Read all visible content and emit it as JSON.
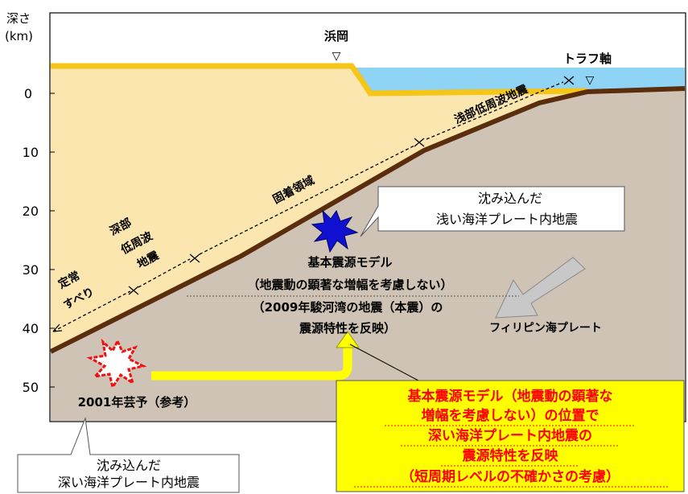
{
  "axis": {
    "title_line1": "深さ",
    "title_line2": "(km)",
    "ticks": [
      "0",
      "10",
      "20",
      "30",
      "40",
      "50"
    ]
  },
  "landmarks": {
    "hamaoka": "浜岡",
    "trough": "トラフ軸",
    "marker_glyph": "▽"
  },
  "zones": {
    "shallow_lf": "浅部低周波地震",
    "locked": "固着領域",
    "deep_lf_1": "深部",
    "deep_lf_2": "低周波",
    "deep_lf_3": "地震",
    "slip_1": "定常",
    "slip_2": "すべり"
  },
  "callouts": {
    "shallow_1": "沈み込んだ",
    "shallow_2": "浅い海洋プレート内地震",
    "deep_1": "沈み込んだ",
    "deep_2": "深い海洋プレート内地震"
  },
  "model": {
    "line1": "基本震源モデル",
    "line2": "（地震動の顕著な増幅を考慮しない）",
    "line3": "（2009年駿河湾の地震（本震）の",
    "line4": "震源特性を反映）"
  },
  "plate_label": "フィリピン海プレート",
  "event_2001": "2001年芸予（参考）",
  "highlight": {
    "line1": "基本震源モデル（地震動の顕著な",
    "line2": "増幅を考慮しない）の位置で",
    "line3": "深い海洋プレート内地震の",
    "line4": "震源特性を反映",
    "line5": "（短周期レベルの不確かさの考慮）"
  },
  "colors": {
    "crust": "#fbe6b0",
    "surface": "#f5c518",
    "sea": "#8fd3f5",
    "plate": "#cfc3b5",
    "plate_line": "#5a2d0c",
    "star_blue": "#1010d0",
    "star_red": "#ee1111",
    "highlight_bg": "#ffff00",
    "highlight_text": "#ff0000",
    "arrow_gray": "#c8c8c8"
  }
}
